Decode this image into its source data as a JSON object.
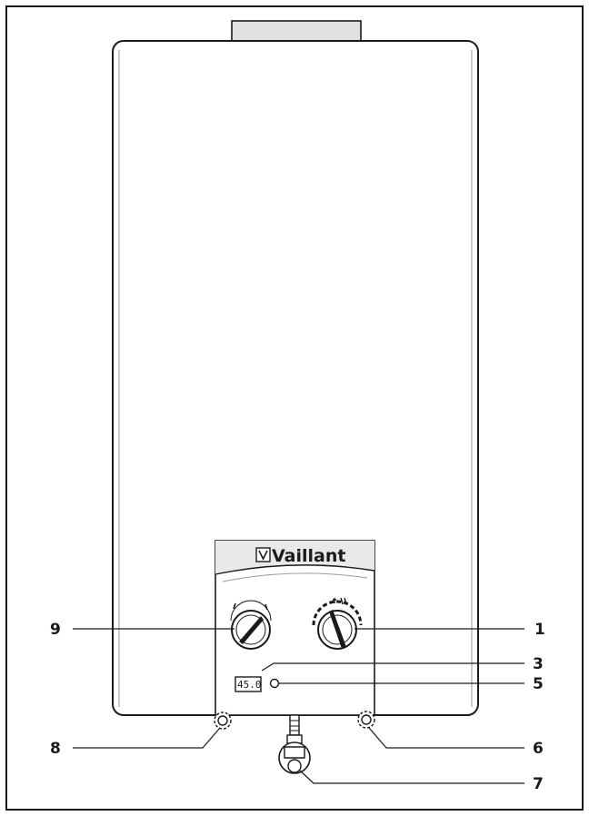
{
  "brand": {
    "name": "Vaillant"
  },
  "display": {
    "reading": "45.0"
  },
  "callouts": [
    {
      "id": "9",
      "label": "9"
    },
    {
      "id": "1",
      "label": "1"
    },
    {
      "id": "3",
      "label": "3"
    },
    {
      "id": "5",
      "label": "5"
    },
    {
      "id": "8",
      "label": "8"
    },
    {
      "id": "6",
      "label": "6"
    },
    {
      "id": "7",
      "label": "7"
    }
  ],
  "colors": {
    "line": "#1a1a1a",
    "casing_fill": "#ffffff",
    "panel_fill": "#e9e9e9",
    "flue_fill": "#e0e0e0",
    "knob_fill": "#ffffff"
  },
  "icons": {
    "brand_logo": "vaillant-emblem-icon"
  }
}
